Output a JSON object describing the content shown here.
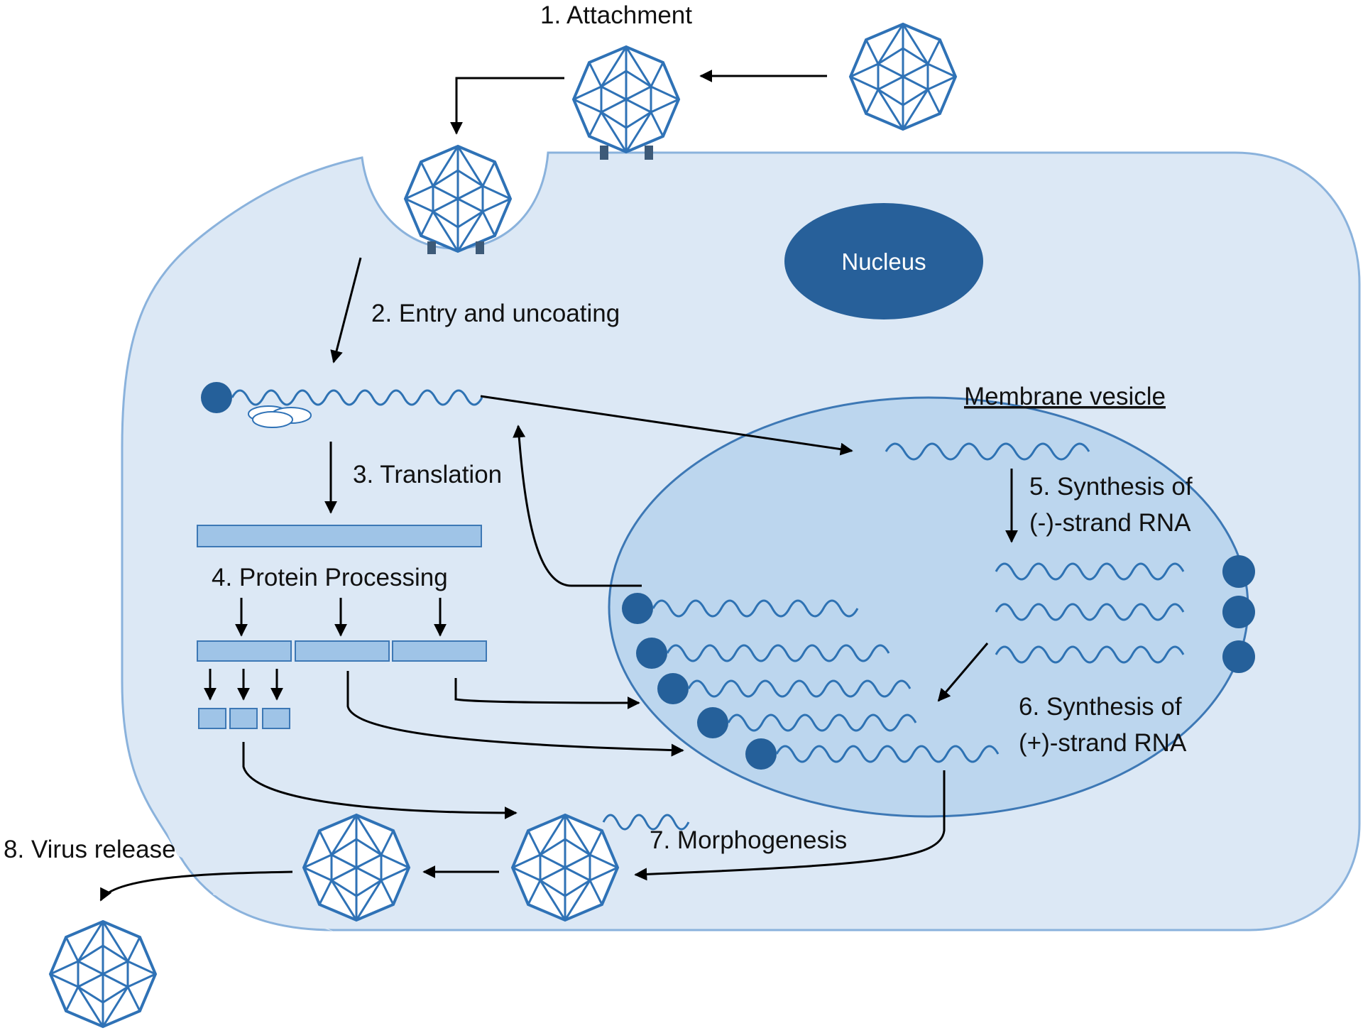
{
  "labels": {
    "attachment": "1. Attachment",
    "entry": "2. Entry and uncoating",
    "translation": "3. Translation",
    "protein_processing": "4. Protein Processing",
    "synthesis_minus_line1": "5. Synthesis of",
    "synthesis_minus_line2": "(-)-strand RNA",
    "synthesis_plus_line1": "6. Synthesis of",
    "synthesis_plus_line2": "(+)-strand RNA",
    "morphogenesis": "7. Morphogenesis",
    "release": "8. Virus release",
    "nucleus": "Nucleus",
    "membrane_vesicle": "Membrane vesicle"
  },
  "colors": {
    "cell_fill": "#dce8f5",
    "cell_stroke": "#8ab2dc",
    "vesicle_fill": "#bcd6ee",
    "vesicle_stroke": "#3d78b5",
    "nucleus_fill": "#27609a",
    "virus_stroke": "#2f72b6",
    "rna": "#2e72b3",
    "protein_fill": "#9fc4e7",
    "protein_stroke": "#3d78b5",
    "arrow": "#000000"
  },
  "icons": [
    "virus-capsid-icon",
    "rna-strand-icon",
    "ribosome-icon",
    "protein-bar-icon"
  ]
}
